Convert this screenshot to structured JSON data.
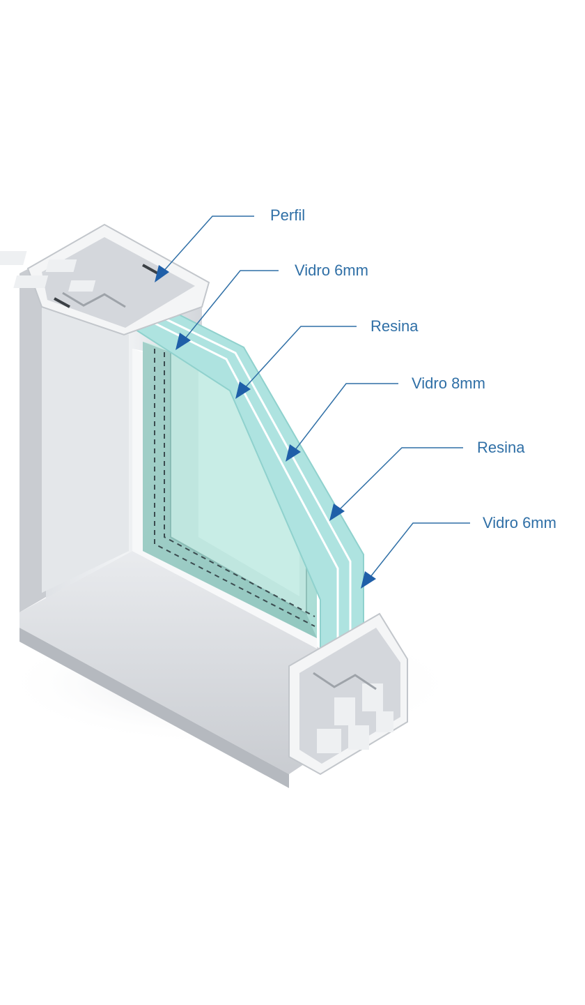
{
  "colors": {
    "label_text": "#2f6fa6",
    "leader_line": "#2f6fa6",
    "arrow_head": "#1f5fa8",
    "glass_fill": "#aee3e0",
    "glass_edge": "#8fd1cd",
    "glass_pane": "#bfe6df",
    "frame_light": "#eef0f2",
    "frame_mid": "#d4d7dc",
    "frame_dark": "#b5b9bf"
  },
  "callouts": [
    {
      "id": "perfil",
      "label": "Perfil"
    },
    {
      "id": "vidro-6mm-outer",
      "label": "Vidro 6mm"
    },
    {
      "id": "resina-1",
      "label": "Resina"
    },
    {
      "id": "vidro-8mm",
      "label": "Vidro 8mm"
    },
    {
      "id": "resina-2",
      "label": "Resina"
    },
    {
      "id": "vidro-6mm-inner",
      "label": "Vidro 6mm"
    }
  ]
}
